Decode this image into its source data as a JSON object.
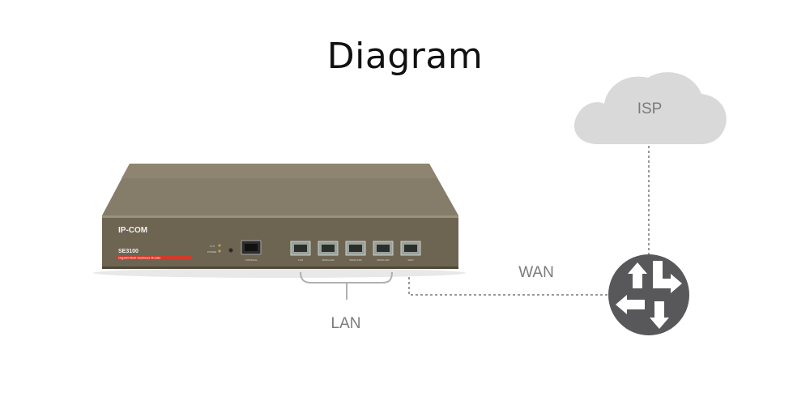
{
  "title": "Diagram",
  "labels": {
    "isp": "ISP",
    "wan": "WAN",
    "lan": "LAN"
  },
  "device": {
    "brand": "IP-COM",
    "model": "SE3100",
    "subtitle": "Gigabit Multi-business Router",
    "port_labels": [
      "LAN",
      "WAN/LAN2",
      "WAN/LAN3",
      "WAN/LAN4",
      "WAN"
    ],
    "led_labels": [
      "SYS",
      "POWER"
    ],
    "console_label": "CONSOLE"
  },
  "icons": {
    "cloud": "cloud-icon",
    "router": "router-arrows-icon"
  },
  "colors": {
    "cloud": "#d9d9d9",
    "router_bg": "#58585a",
    "router_arrows": "#ffffff",
    "device_body": "#6d6452",
    "device_top": "#857c69",
    "label_text": "#7b7b7b",
    "dotted_line": "#9a9a9a"
  }
}
